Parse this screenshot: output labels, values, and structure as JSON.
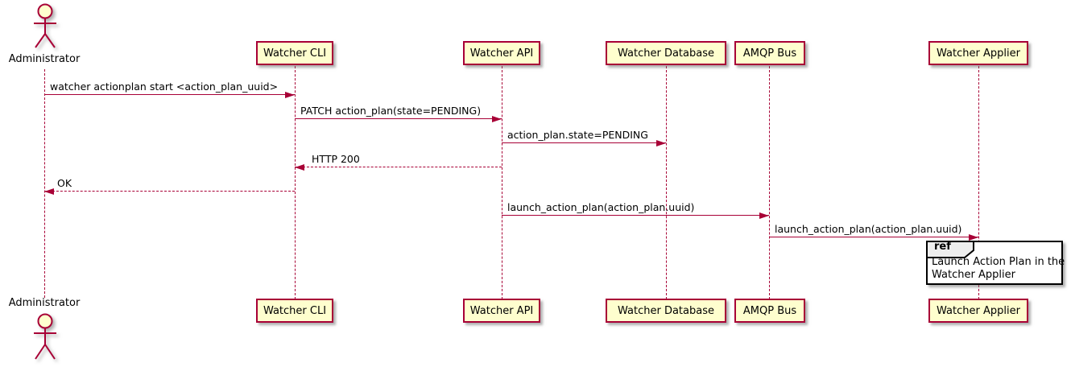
{
  "diagram": {
    "type": "uml-sequence",
    "actor": {
      "name": "Administrator"
    },
    "participants": [
      {
        "label": "Watcher CLI"
      },
      {
        "label": "Watcher API"
      },
      {
        "label": "Watcher Database"
      },
      {
        "label": "AMQP Bus"
      },
      {
        "label": "Watcher Applier"
      }
    ],
    "messages": [
      {
        "label": "watcher actionplan start <action_plan_uuid>",
        "from": "Administrator",
        "to": "Watcher CLI",
        "style": "solid"
      },
      {
        "label": "PATCH action_plan(state=PENDING)",
        "from": "Watcher CLI",
        "to": "Watcher API",
        "style": "solid"
      },
      {
        "label": "action_plan.state=PENDING",
        "from": "Watcher API",
        "to": "Watcher Database",
        "style": "solid"
      },
      {
        "label": "HTTP 200",
        "from": "Watcher API",
        "to": "Watcher CLI",
        "style": "dashed-return"
      },
      {
        "label": "OK",
        "from": "Watcher CLI",
        "to": "Administrator",
        "style": "dashed-return"
      },
      {
        "label": "launch_action_plan(action_plan.uuid)",
        "from": "Watcher API",
        "to": "AMQP Bus",
        "style": "solid"
      },
      {
        "label": "launch_action_plan(action_plan.uuid)",
        "from": "AMQP Bus",
        "to": "Watcher Applier",
        "style": "solid"
      }
    ],
    "ref_fragment": {
      "keyword": "ref",
      "line1": "Launch Action Plan in the",
      "line2": "Watcher Applier",
      "over": "Watcher Applier"
    },
    "colors": {
      "accent": "#A80036",
      "participant_fill": "#FEFECE",
      "ref_tab_fill": "#EEEEEE",
      "ref_border": "#000000",
      "text": "#000000",
      "background": "#FFFFFF"
    }
  }
}
